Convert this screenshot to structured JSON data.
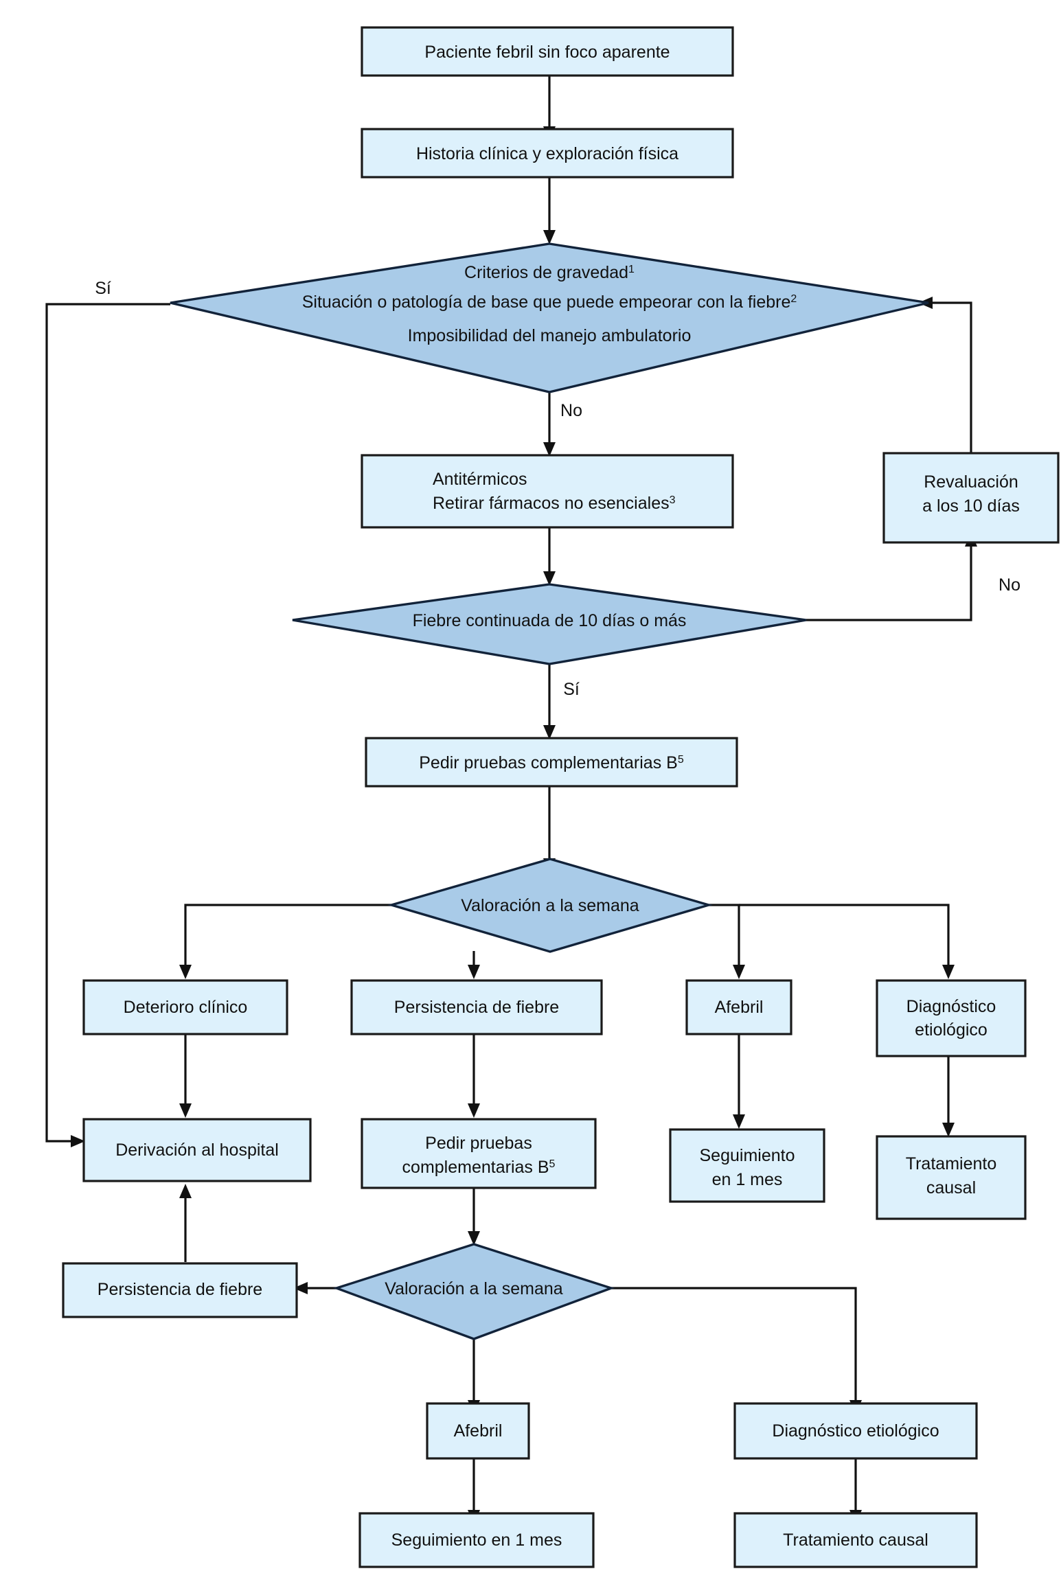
{
  "diagram": {
    "title": "Paciente febril sin foco aparente - algoritmo diagnostico",
    "language": "es",
    "colors": {
      "process_fill": "#ddf1fc",
      "decision_fill": "#a9cbe8",
      "stroke": "#111111",
      "background": "#ffffff"
    },
    "nodes": {
      "start": {
        "label": "Paciente febril sin foco aparente",
        "type": "process"
      },
      "historia": {
        "label": "Historia clínica y exploración física",
        "type": "process"
      },
      "criterios_l1": {
        "label": "Criterios de gravedad",
        "sup": "1"
      },
      "criterios_l2": {
        "label": "Situación o patología de base que puede empeorar con la fiebre",
        "sup": "2"
      },
      "criterios_l3": {
        "label": "Imposibilidad del manejo ambulatorio",
        "sup": ""
      },
      "antitermicos_l1": {
        "label": "Antitérmicos",
        "sup": ""
      },
      "antitermicos_l2": {
        "label": "Retirar fármacos no esenciales",
        "sup": "3"
      },
      "revaluacion_l1": {
        "label": "Revaluación",
        "type": "process"
      },
      "revaluacion_l2": {
        "label": "a los 10 días",
        "type": "process"
      },
      "fiebre10": {
        "label": "Fiebre continuada de 10 días o más",
        "type": "decision"
      },
      "pruebas_b5": {
        "label": "Pedir pruebas complementarias B",
        "sup": "5",
        "type": "process"
      },
      "valoracion1": {
        "label": "Valoración a la semana",
        "type": "decision"
      },
      "deterioro": {
        "label": "Deterioro clínico",
        "type": "process"
      },
      "persistencia1": {
        "label": "Persistencia de fiebre",
        "type": "process"
      },
      "afebril1": {
        "label": "Afebril",
        "type": "process"
      },
      "diagnostico1_l1": {
        "label": "Diagnóstico",
        "type": "process"
      },
      "diagnostico1_l2": {
        "label": "etiológico",
        "type": "process"
      },
      "derivacion": {
        "label": "Derivación al hospital",
        "type": "process"
      },
      "pruebas2_l1": {
        "label": "Pedir pruebas",
        "type": "process"
      },
      "pruebas2_l2": {
        "label": "complementarias B",
        "sup": "5",
        "type": "process"
      },
      "seguimiento1_l1": {
        "label": "Seguimiento",
        "type": "process"
      },
      "seguimiento1_l2": {
        "label": "en 1 mes",
        "type": "process"
      },
      "tratamiento1_l1": {
        "label": "Tratamiento",
        "type": "process"
      },
      "tratamiento1_l2": {
        "label": "causal",
        "type": "process"
      },
      "persistencia2": {
        "label": "Persistencia de fiebre",
        "type": "process"
      },
      "valoracion2": {
        "label": "Valoración a la semana",
        "type": "decision"
      },
      "afebril2": {
        "label": "Afebril",
        "type": "process"
      },
      "diagnostico2": {
        "label": "Diagnóstico etiológico",
        "type": "process"
      },
      "seguimiento2": {
        "label": "Seguimiento en 1 mes",
        "type": "process"
      },
      "tratamiento2": {
        "label": "Tratamiento causal",
        "type": "process"
      }
    },
    "branch_labels": {
      "si_criterios": "Sí",
      "no_criterios": "No",
      "no_fiebre10": "No",
      "si_fiebre10": "Sí"
    }
  }
}
